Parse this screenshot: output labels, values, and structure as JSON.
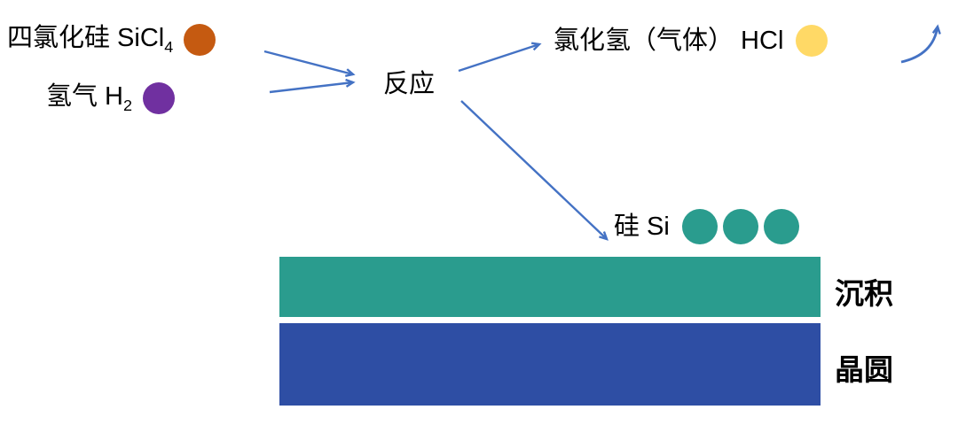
{
  "diagram": {
    "arrow_color": "#4472C4",
    "reactants": [
      {
        "label": "四氯化硅 SiCl",
        "subscript": "4",
        "color": "#C55A11"
      },
      {
        "label": "氢气 H",
        "subscript": "2",
        "color": "#7030A0"
      }
    ],
    "reaction": {
      "label": "反应"
    },
    "products": [
      {
        "label": "氯化氢（气体） HCl",
        "color": "#FFD966"
      },
      {
        "label": "硅 Si",
        "color": "#2A9C8E"
      }
    ],
    "layers": [
      {
        "label": "沉积",
        "color": "#2A9C8E"
      },
      {
        "label": "晶圆",
        "color": "#2E4EA4"
      }
    ]
  }
}
